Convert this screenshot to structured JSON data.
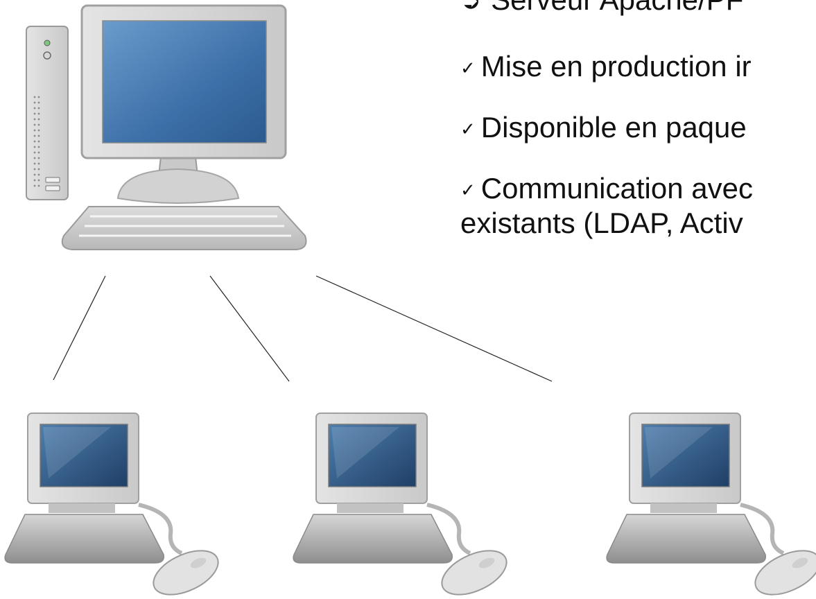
{
  "bullets": [
    {
      "marker": "➲",
      "text": "Serveur Apache/PF"
    },
    {
      "marker": "✓",
      "text": "Mise en production ir"
    },
    {
      "marker": "✓",
      "text": "Disponible en paque"
    },
    {
      "marker": "✓",
      "text": "Communication avec",
      "continuation": "existants (LDAP, Activ"
    }
  ],
  "icons": {
    "server": "desktop-computer-icon",
    "clients": [
      "client-computer-icon",
      "client-computer-icon",
      "client-computer-icon"
    ]
  },
  "colors": {
    "screen": "#3a6ea5",
    "case": "#d8d8d8",
    "lines": "#222222"
  }
}
